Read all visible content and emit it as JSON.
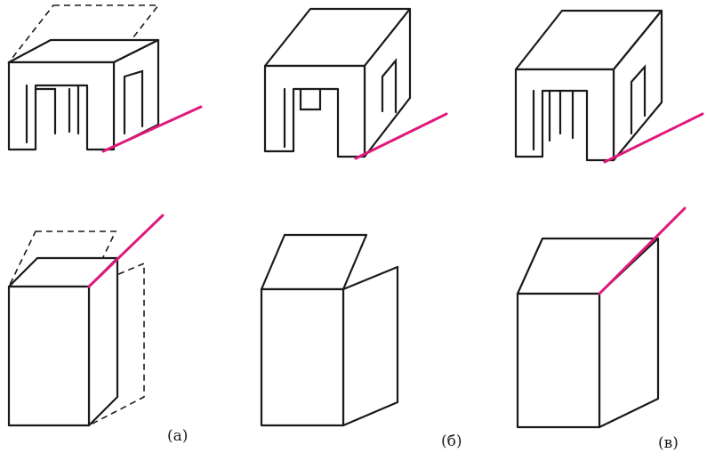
{
  "labels": {
    "a": "(а)",
    "b": "(б)",
    "v": "(в)"
  },
  "colors": {
    "accent": "#e0197d",
    "line": "#1a1a1a",
    "background": "#ffffff"
  }
}
